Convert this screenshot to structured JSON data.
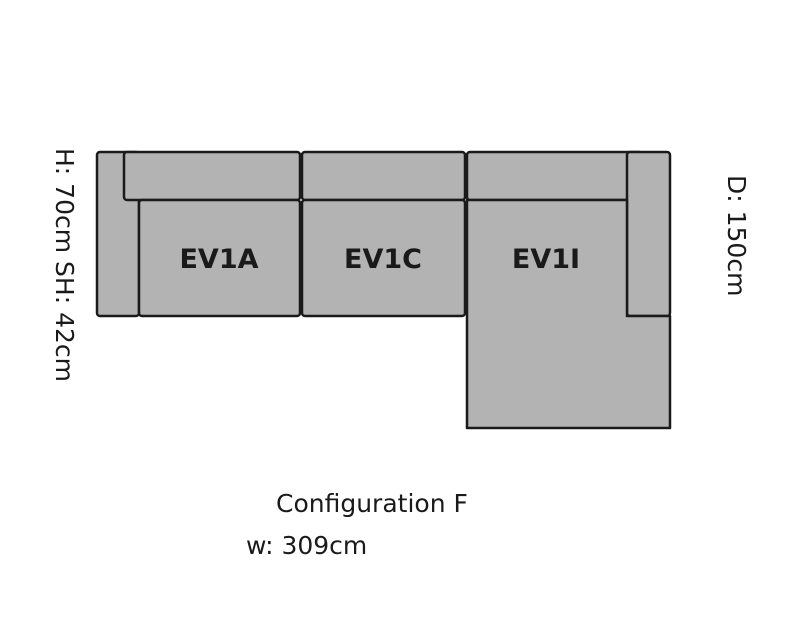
{
  "diagram": {
    "modules": [
      {
        "code": "EV1A"
      },
      {
        "code": "EV1C"
      },
      {
        "code": "EV1I"
      }
    ],
    "height_label": "H: 70cm SH: 42cm",
    "depth_label": "D: 150cm",
    "configuration_label": "Configuration F",
    "width_label": "w: 309cm",
    "colors": {
      "upholstery": "#b3b3b3",
      "outline": "#1a1a1a"
    }
  }
}
